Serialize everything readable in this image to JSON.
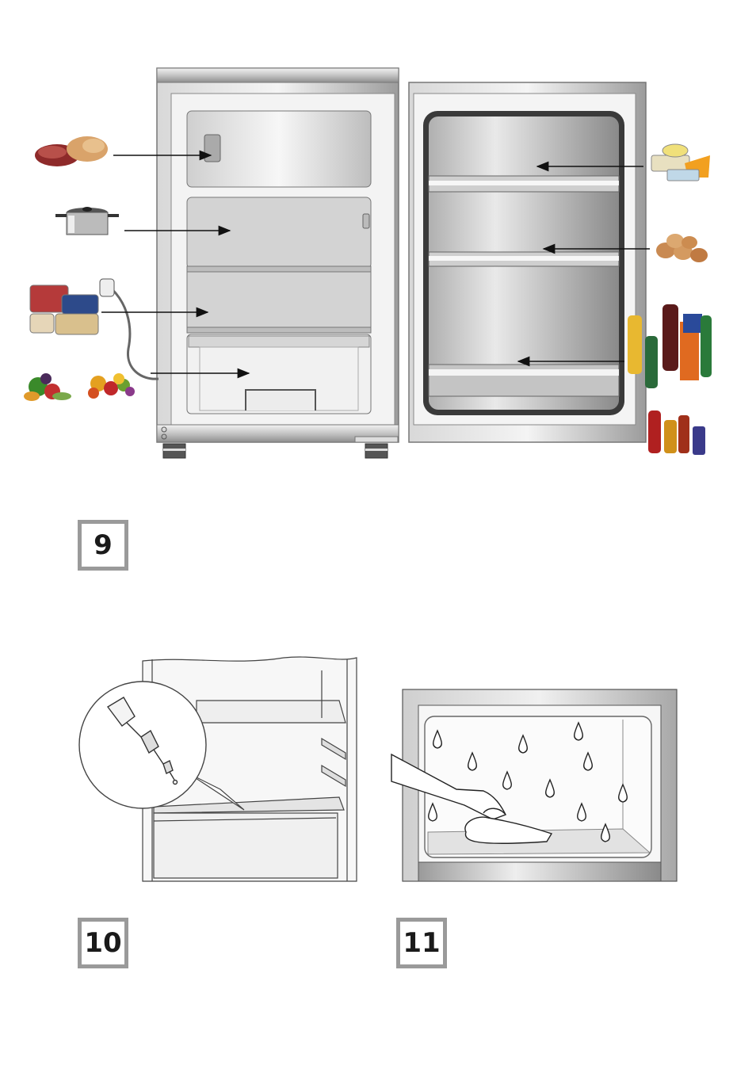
{
  "figures": {
    "fig9": {
      "number": "9"
    },
    "fig10": {
      "number": "10"
    },
    "fig11": {
      "number": "11"
    }
  }
}
